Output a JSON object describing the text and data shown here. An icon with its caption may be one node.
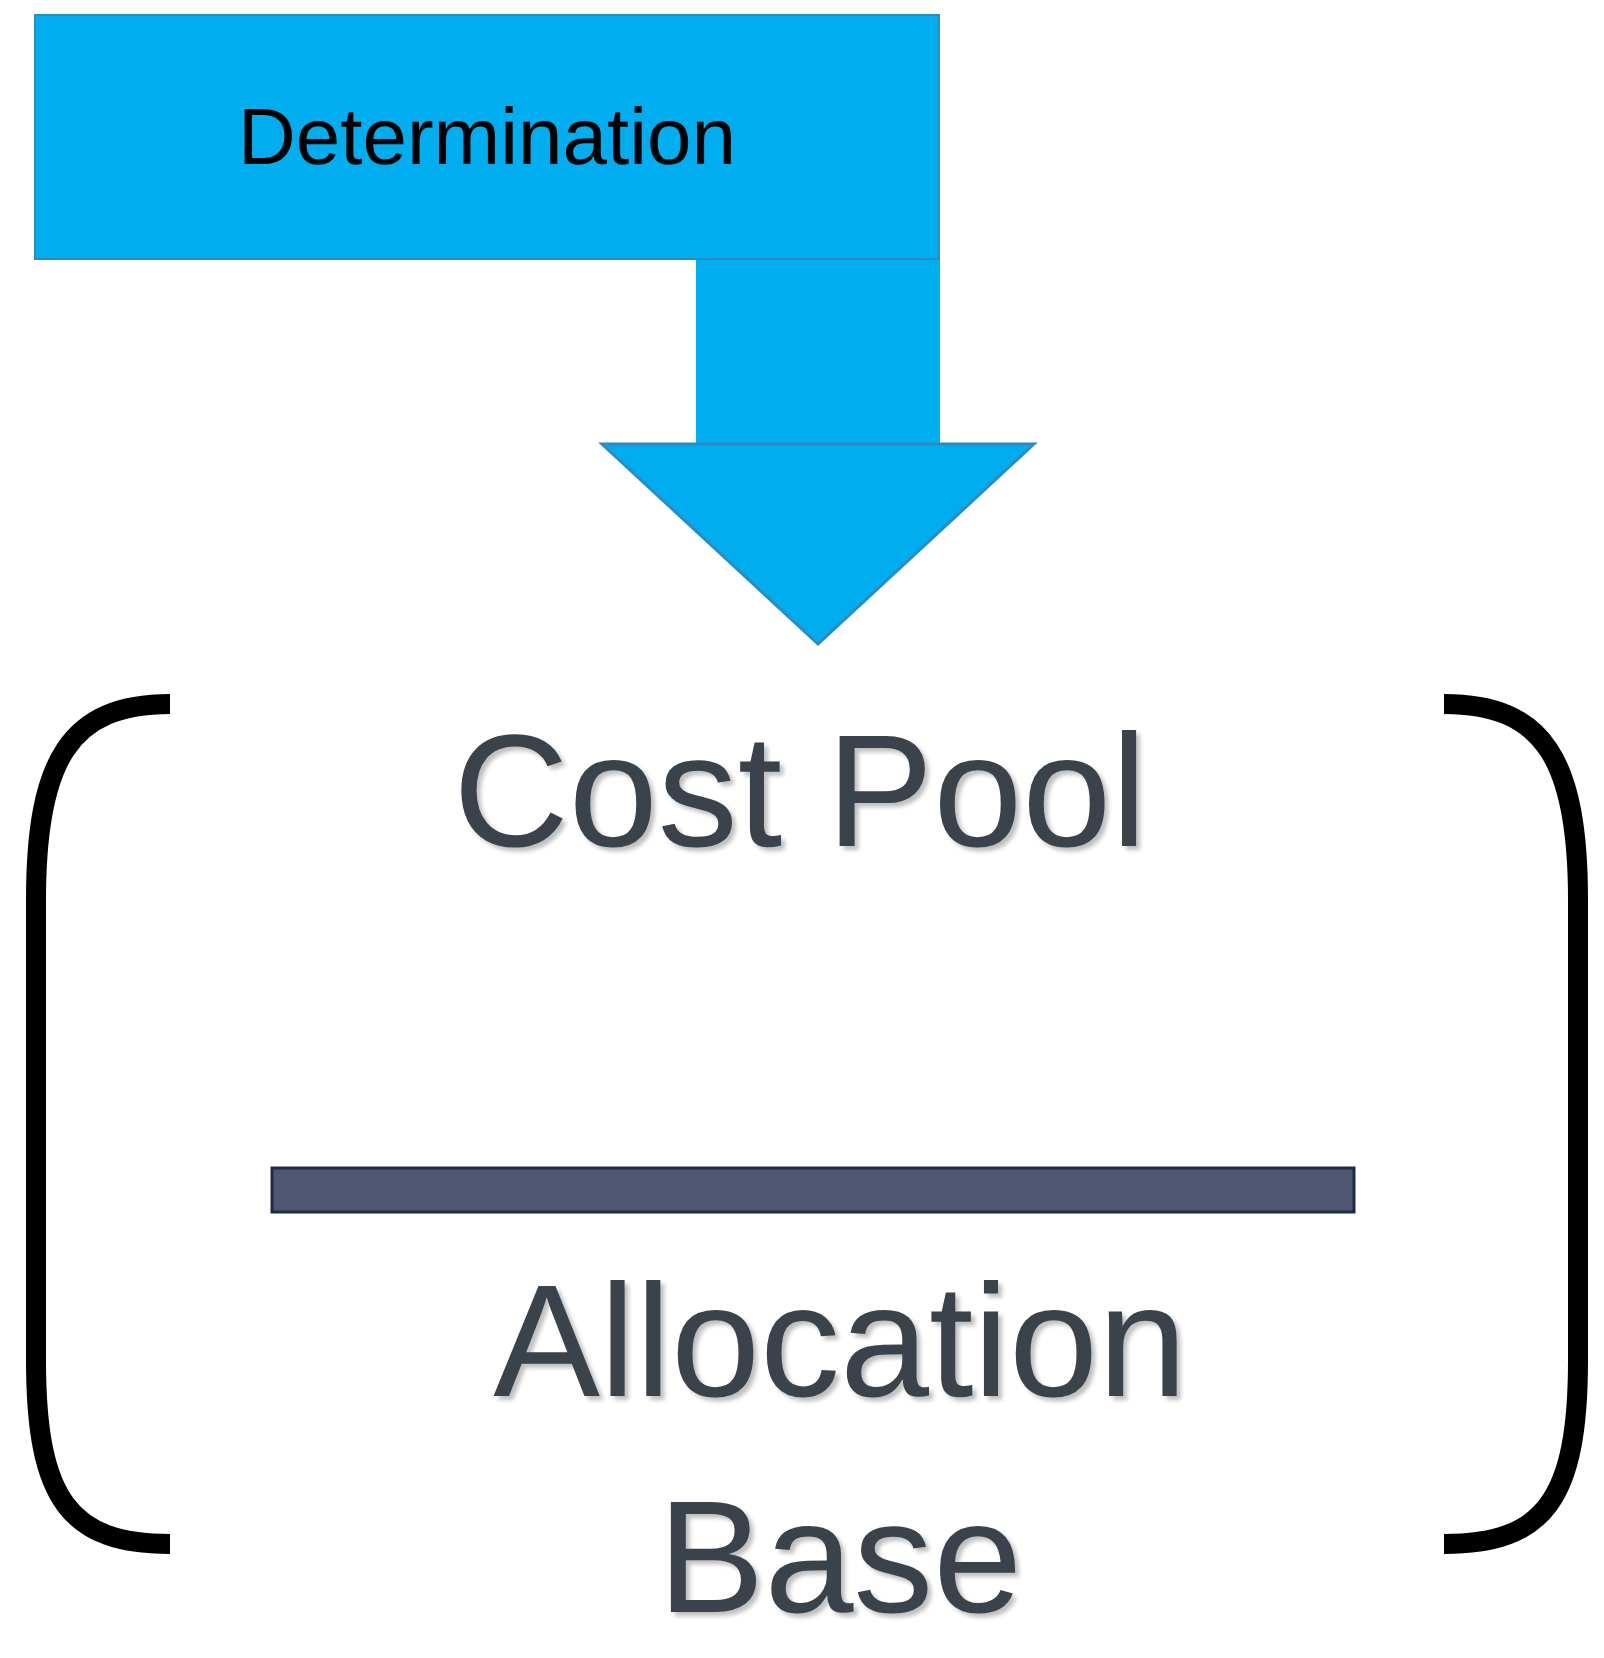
{
  "diagram": {
    "nodes": [
      {
        "text": [
          "Determination"
        ]
      },
      {
        "text": [
          "Cost Pool"
        ]
      },
      {
        "text": [
          "Allocation Base"
        ]
      }
    ],
    "edges": [
      {
        "from": 0,
        "to": 1,
        "arrow": "to",
        "color": "#00adef"
      }
    ]
  }
}
